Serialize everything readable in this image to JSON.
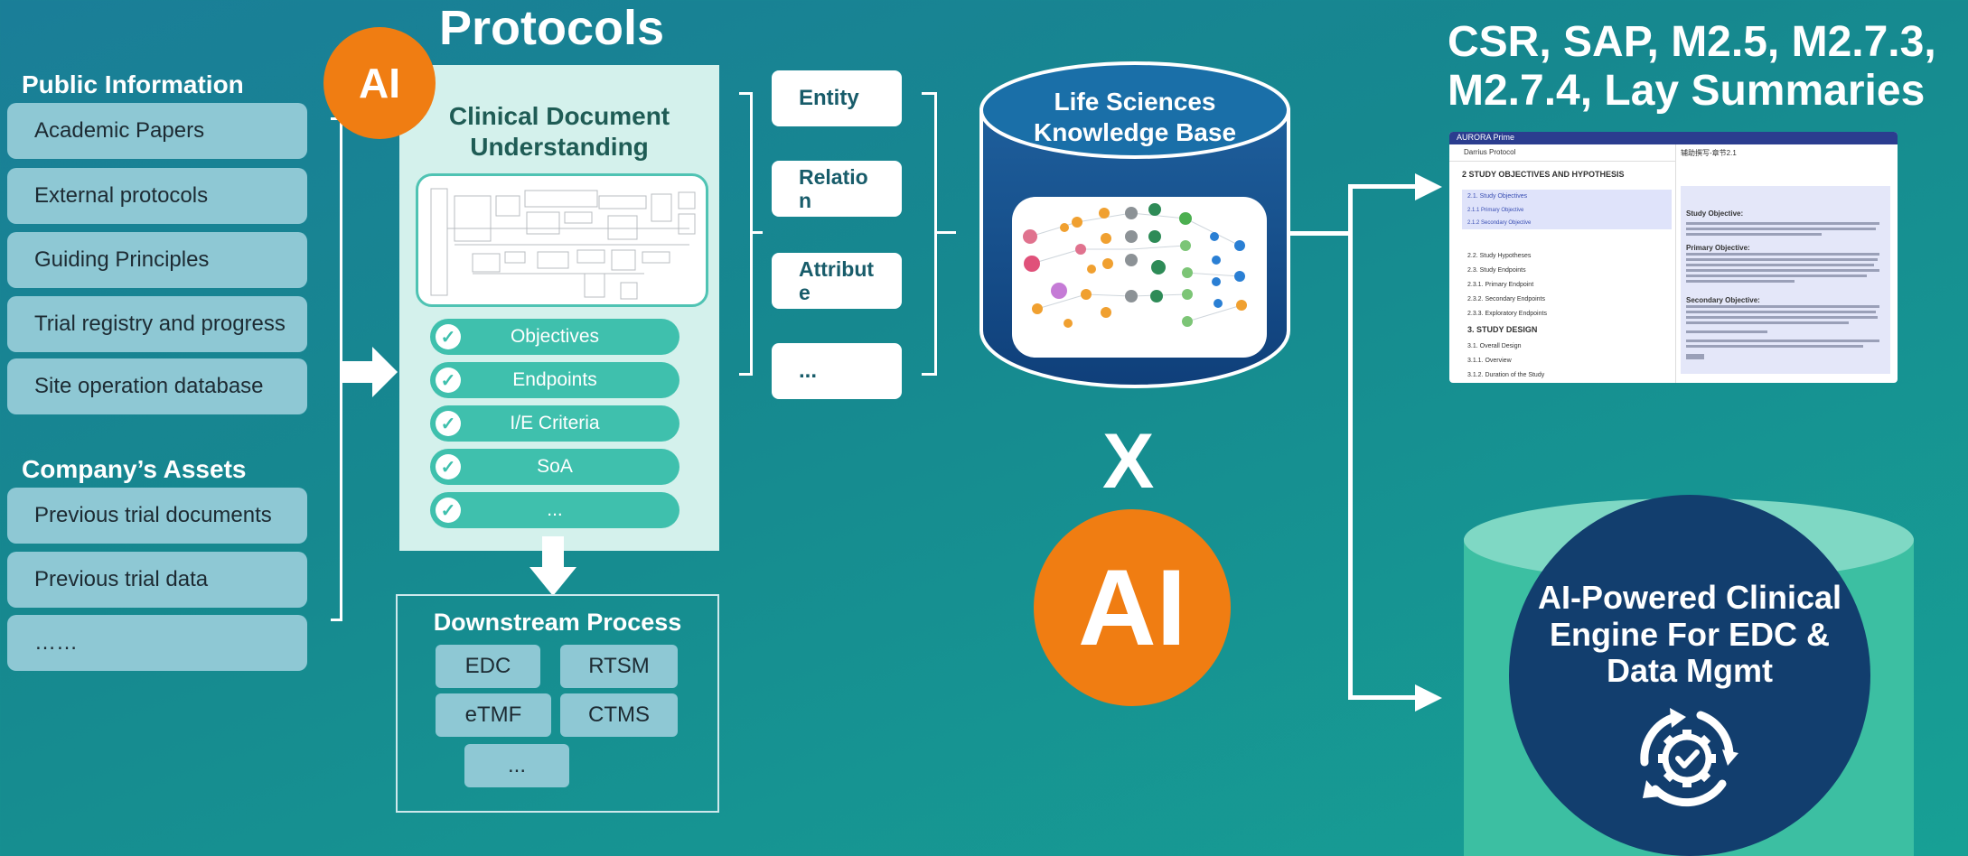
{
  "protocols_title": "Protocols",
  "ai_label": "AI",
  "public_info": {
    "heading": "Public Information",
    "items": [
      "Academic Papers",
      "External protocols",
      "Guiding Principles",
      "Trial registry and progress",
      "Site operation database"
    ]
  },
  "company_assets": {
    "heading": "Company’s Assets",
    "items": [
      "Previous trial documents",
      "Previous trial data",
      "……"
    ]
  },
  "cdu": {
    "title": "Clinical Document Understanding",
    "pills": [
      "Objectives",
      "Endpoints",
      "I/E Criteria",
      "SoA",
      "..."
    ]
  },
  "entities": [
    "Entity",
    "Relation",
    "Attribute",
    "..."
  ],
  "downstream": {
    "title": "Downstream Process",
    "items": [
      "EDC",
      "RTSM",
      "eTMF",
      "CTMS",
      "..."
    ]
  },
  "knowledge_base": "Life Sciences Knowledge Base",
  "times": "X",
  "big_ai": "AI",
  "outputs_title": "CSR, SAP, M2.5, M2.7.3, M2.7.4, Lay Summaries",
  "engine_title": "AI-Powered Clinical Engine For EDC & Data Mgmt",
  "screenshot": {
    "brand": "AURORA Prime",
    "protocol": "Darrius Protocol",
    "panel_title": "辅助撰写-章节2.1",
    "toc": [
      "2 STUDY OBJECTIVES AND HYPOTHESIS",
      "2.1. Study Objectives",
      "2.1.1 Primary Objective",
      "2.1.2 Secondary Objective",
      "2.2. Study Hypotheses",
      "2.3. Study Endpoints",
      "2.3.1. Primary Endpoint",
      "2.3.2. Secondary Endpoints",
      "2.3.3. Exploratory Endpoints",
      "3. STUDY DESIGN",
      "3.1. Overall Design",
      "3.1.1. Overview",
      "3.1.2. Duration of the Study"
    ],
    "right_heads": [
      "Study Objective:",
      "Primary Objective:",
      "Secondary Objective:"
    ]
  },
  "colors": {
    "accent_orange": "#f07d12",
    "teal_pill": "#3fc0ad",
    "navy": "#123e6e",
    "light_item": "#8ec8d4"
  }
}
